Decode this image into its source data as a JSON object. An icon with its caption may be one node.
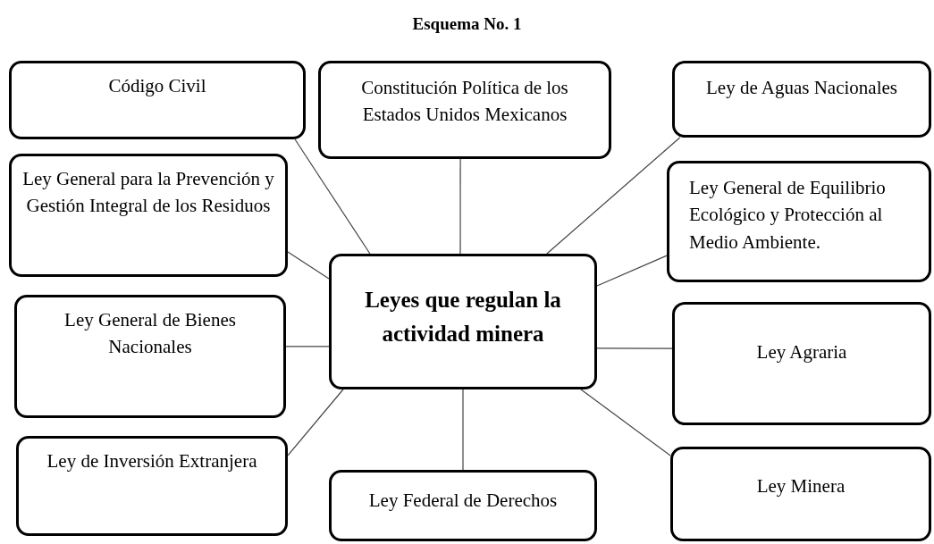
{
  "diagram": {
    "title": "Esquema No. 1",
    "nodes": [
      {
        "text": [
          "Código Civil"
        ]
      },
      {
        "text": [
          "Constitución Política de los Estados Unidos Mexicanos"
        ]
      },
      {
        "text": [
          "Ley de Aguas Nacionales"
        ]
      },
      {
        "text": [
          "Ley General para la Prevención y Gestión Integral de los Residuos"
        ]
      },
      {
        "text": [
          "Ley General de Equilibrio Ecológico y Protección al Medio Ambiente."
        ]
      },
      {
        "text": [
          "Leyes que regulan la actividad minera"
        ]
      },
      {
        "text": [
          "Ley General de Bienes Nacionales"
        ]
      },
      {
        "text": [
          "Ley Agraria"
        ]
      },
      {
        "text": [
          "Ley de Inversión Extranjera"
        ]
      },
      {
        "text": [
          "Ley Federal de Derechos"
        ]
      },
      {
        "text": [
          "Ley Minera"
        ]
      }
    ],
    "edges": [
      {
        "from": 5,
        "to": 0,
        "arrow": "none"
      },
      {
        "from": 5,
        "to": 1,
        "arrow": "none"
      },
      {
        "from": 5,
        "to": 2,
        "arrow": "none"
      },
      {
        "from": 5,
        "to": 3,
        "arrow": "none"
      },
      {
        "from": 5,
        "to": 4,
        "arrow": "none"
      },
      {
        "from": 5,
        "to": 6,
        "arrow": "none"
      },
      {
        "from": 5,
        "to": 7,
        "arrow": "none"
      },
      {
        "from": 5,
        "to": 8,
        "arrow": "none"
      },
      {
        "from": 5,
        "to": 9,
        "arrow": "none"
      },
      {
        "from": 5,
        "to": 10,
        "arrow": "none"
      }
    ]
  }
}
